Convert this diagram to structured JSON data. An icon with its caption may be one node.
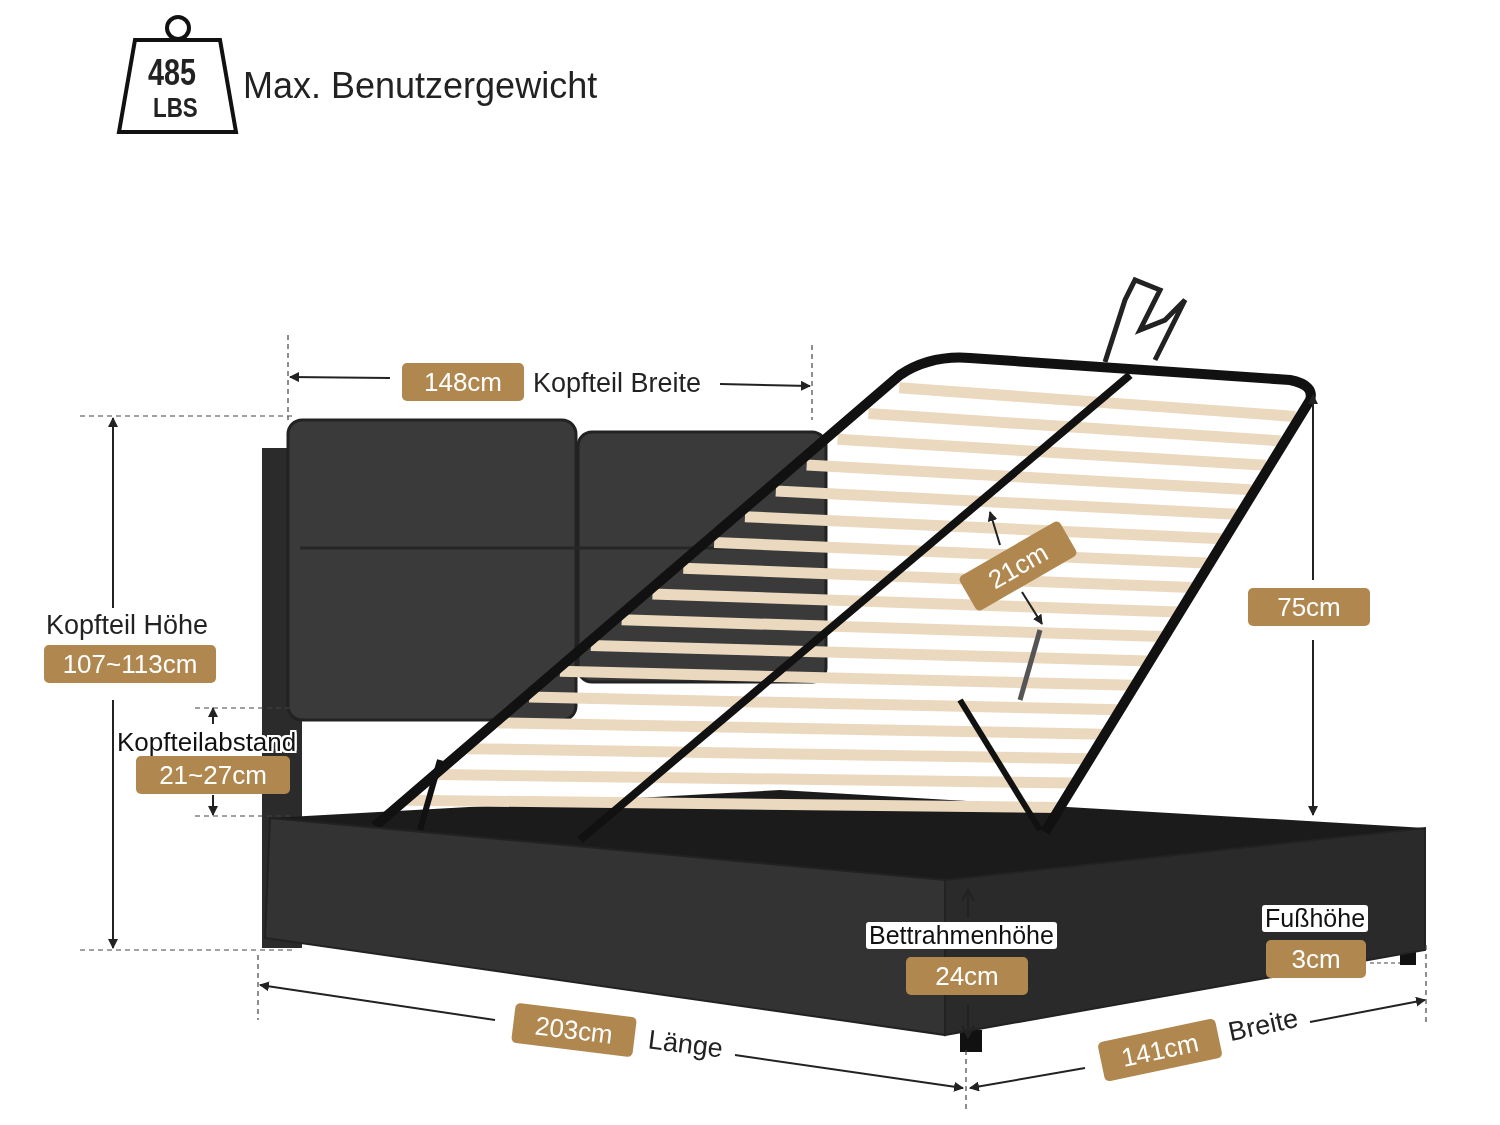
{
  "diagram": {
    "labels": [
      "485",
      "LBS",
      "Max. Benutzergewicht",
      "148cm",
      "Kopfteil Breite",
      "Kopfteil Höhe",
      "107~113cm",
      "21cm",
      "75cm",
      "Kopfteilabstand",
      "21~27cm",
      "Bettrahmenhöhe",
      "24cm",
      "Fußhöhe",
      "3cm",
      "203cm",
      "Länge",
      "141cm",
      "Breite"
    ]
  }
}
